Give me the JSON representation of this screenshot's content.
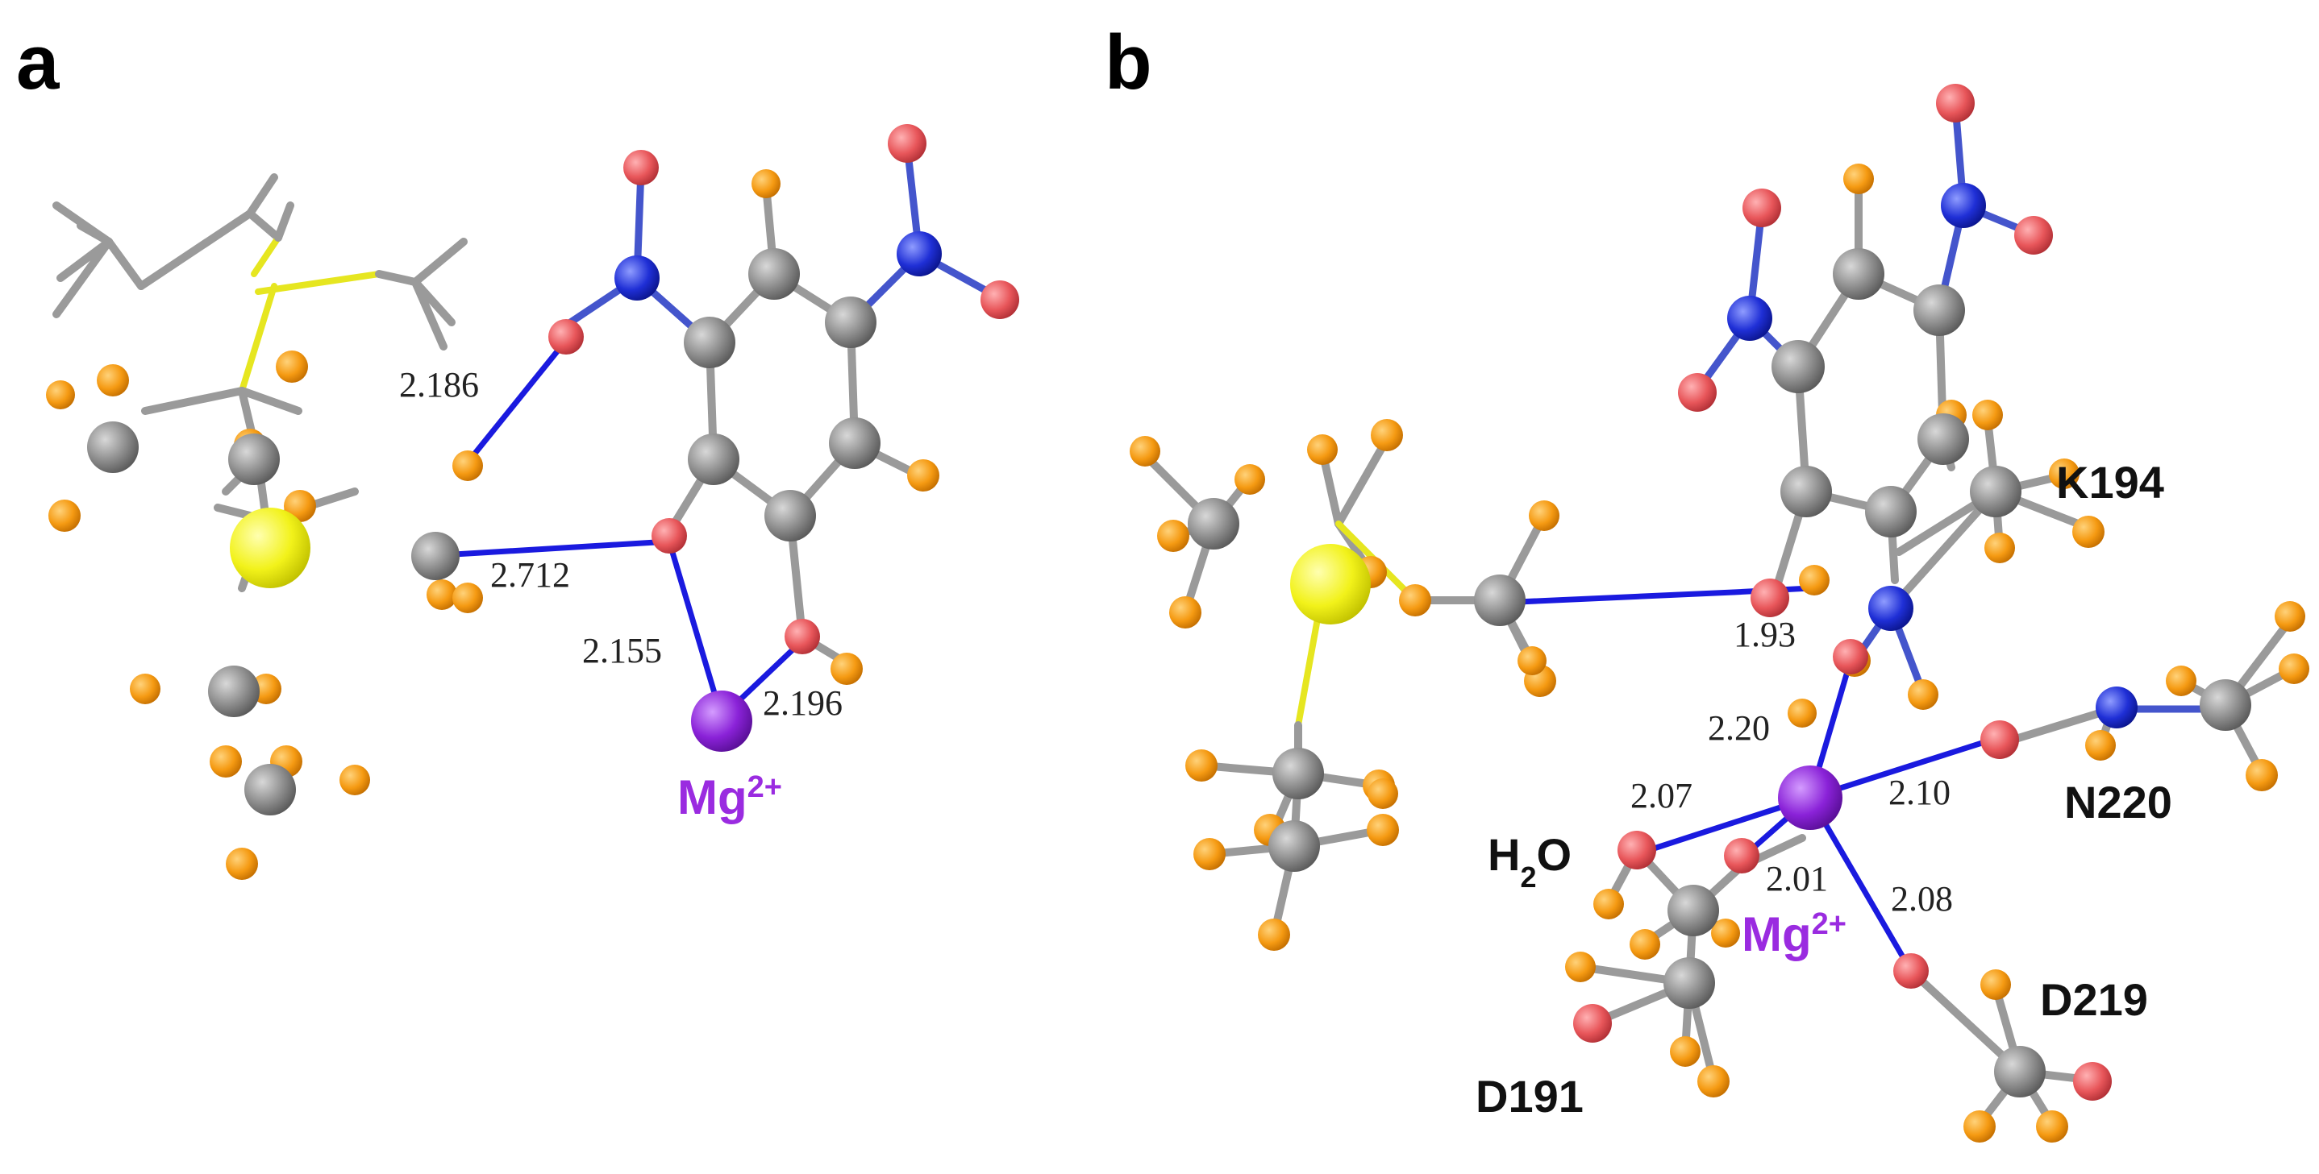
{
  "panels": {
    "a": {
      "letter": "a",
      "distances": [
        "2.186",
        "2.712",
        "2.155",
        "2.196"
      ],
      "ion": {
        "base": "Mg",
        "charge": "2+"
      }
    },
    "b": {
      "letter": "b",
      "distances": [
        "1.93",
        "2.20",
        "2.07",
        "2.10",
        "2.01",
        "2.08"
      ],
      "ion": {
        "base": "Mg",
        "charge": "2+"
      },
      "residues": {
        "k194": "K194",
        "n220": "N220",
        "d219": "D219",
        "d191": "D191",
        "water_h": "H",
        "water_sub": "2",
        "water_o": "O"
      }
    }
  },
  "colors": {
    "carbon": "#8c8c8c",
    "hydrogen": "#f59a12",
    "oxygen": "#e8565a",
    "nitrogen": "#1f2fd6",
    "sulfur": "#f2f21a",
    "magnesium": "#8a22d8",
    "interaction": "#1a1adf"
  }
}
